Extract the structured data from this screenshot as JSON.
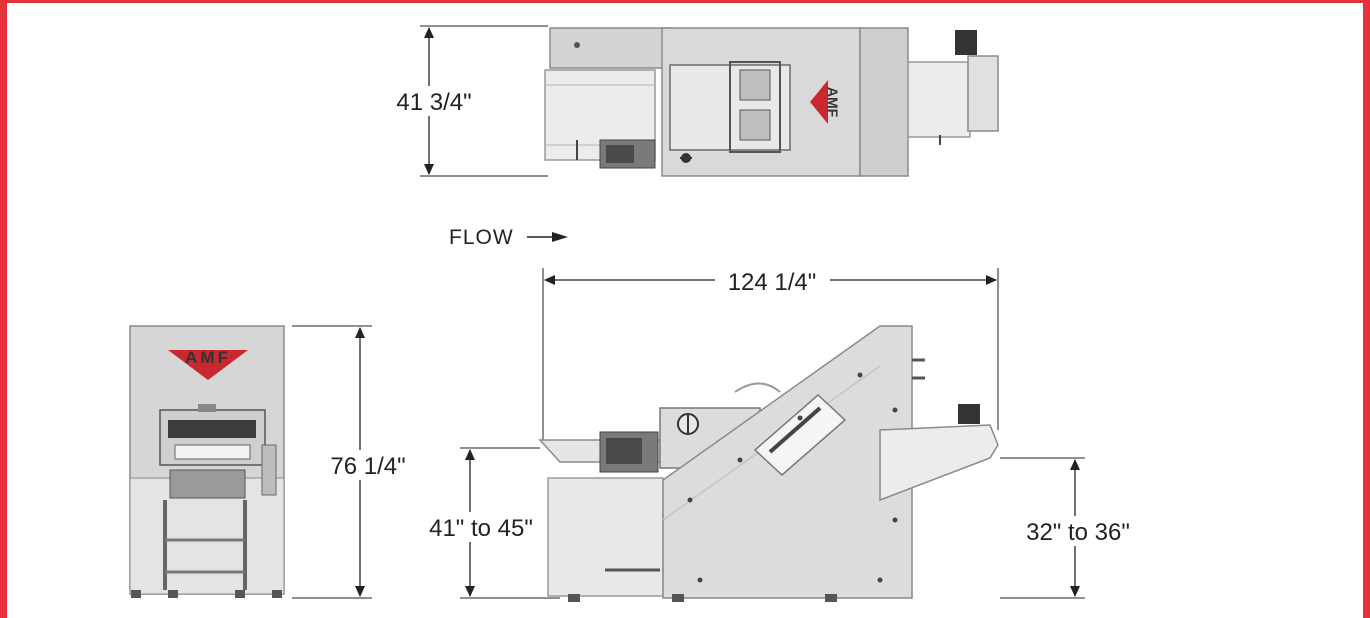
{
  "colors": {
    "border": "#e5323a",
    "machine": "#d9d9d9",
    "machine_dark": "#b5b5b5",
    "accent": "#c8282e",
    "line": "#222222"
  },
  "labels": {
    "top_width": "41 3/4\"",
    "flow": "FLOW",
    "total_length": "124 1/4\"",
    "total_height": "76 1/4\"",
    "infeed_height": "41\" to 45\"",
    "outfeed_height": "32\" to 36\""
  },
  "logo": {
    "text": "AMF"
  },
  "icons": {
    "flow_arrow": "arrow-right-icon"
  }
}
